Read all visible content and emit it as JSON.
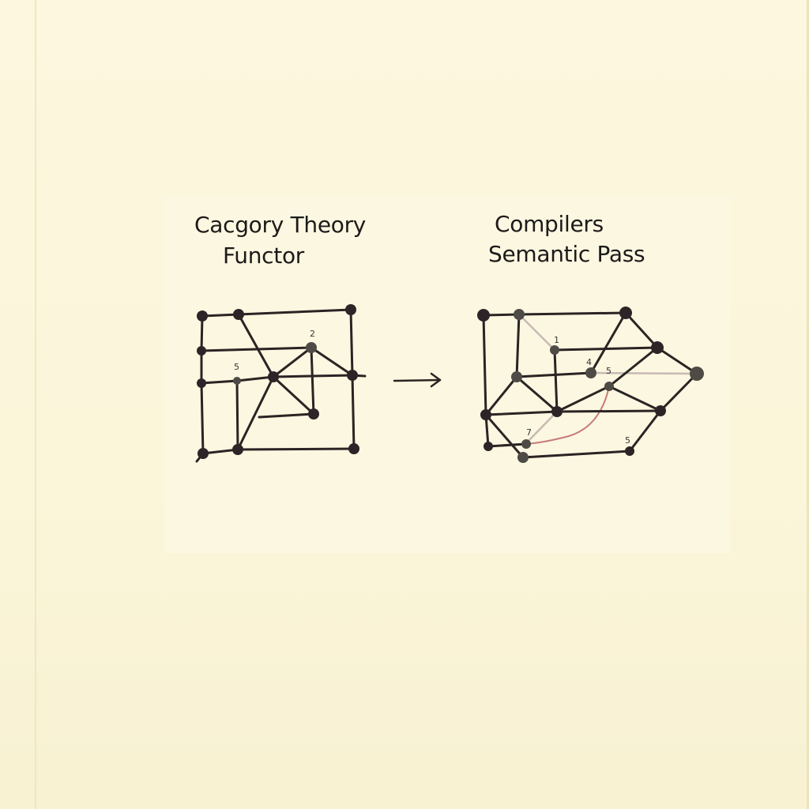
{
  "left_diagram": {
    "title_line1": "Cacgory Theory",
    "title_line2": "Functor",
    "node_labels": [
      "2",
      "5"
    ]
  },
  "right_diagram": {
    "title_line1": "Compilers",
    "title_line2": "Semantic Pass",
    "node_labels": [
      "1",
      "4",
      "5",
      "7",
      "5"
    ]
  },
  "colors": {
    "paper": "#fbf6dc",
    "ink": "#2a2424",
    "accent_red": "#c97a78"
  },
  "icons": {
    "arrow": "right-arrow-icon"
  }
}
